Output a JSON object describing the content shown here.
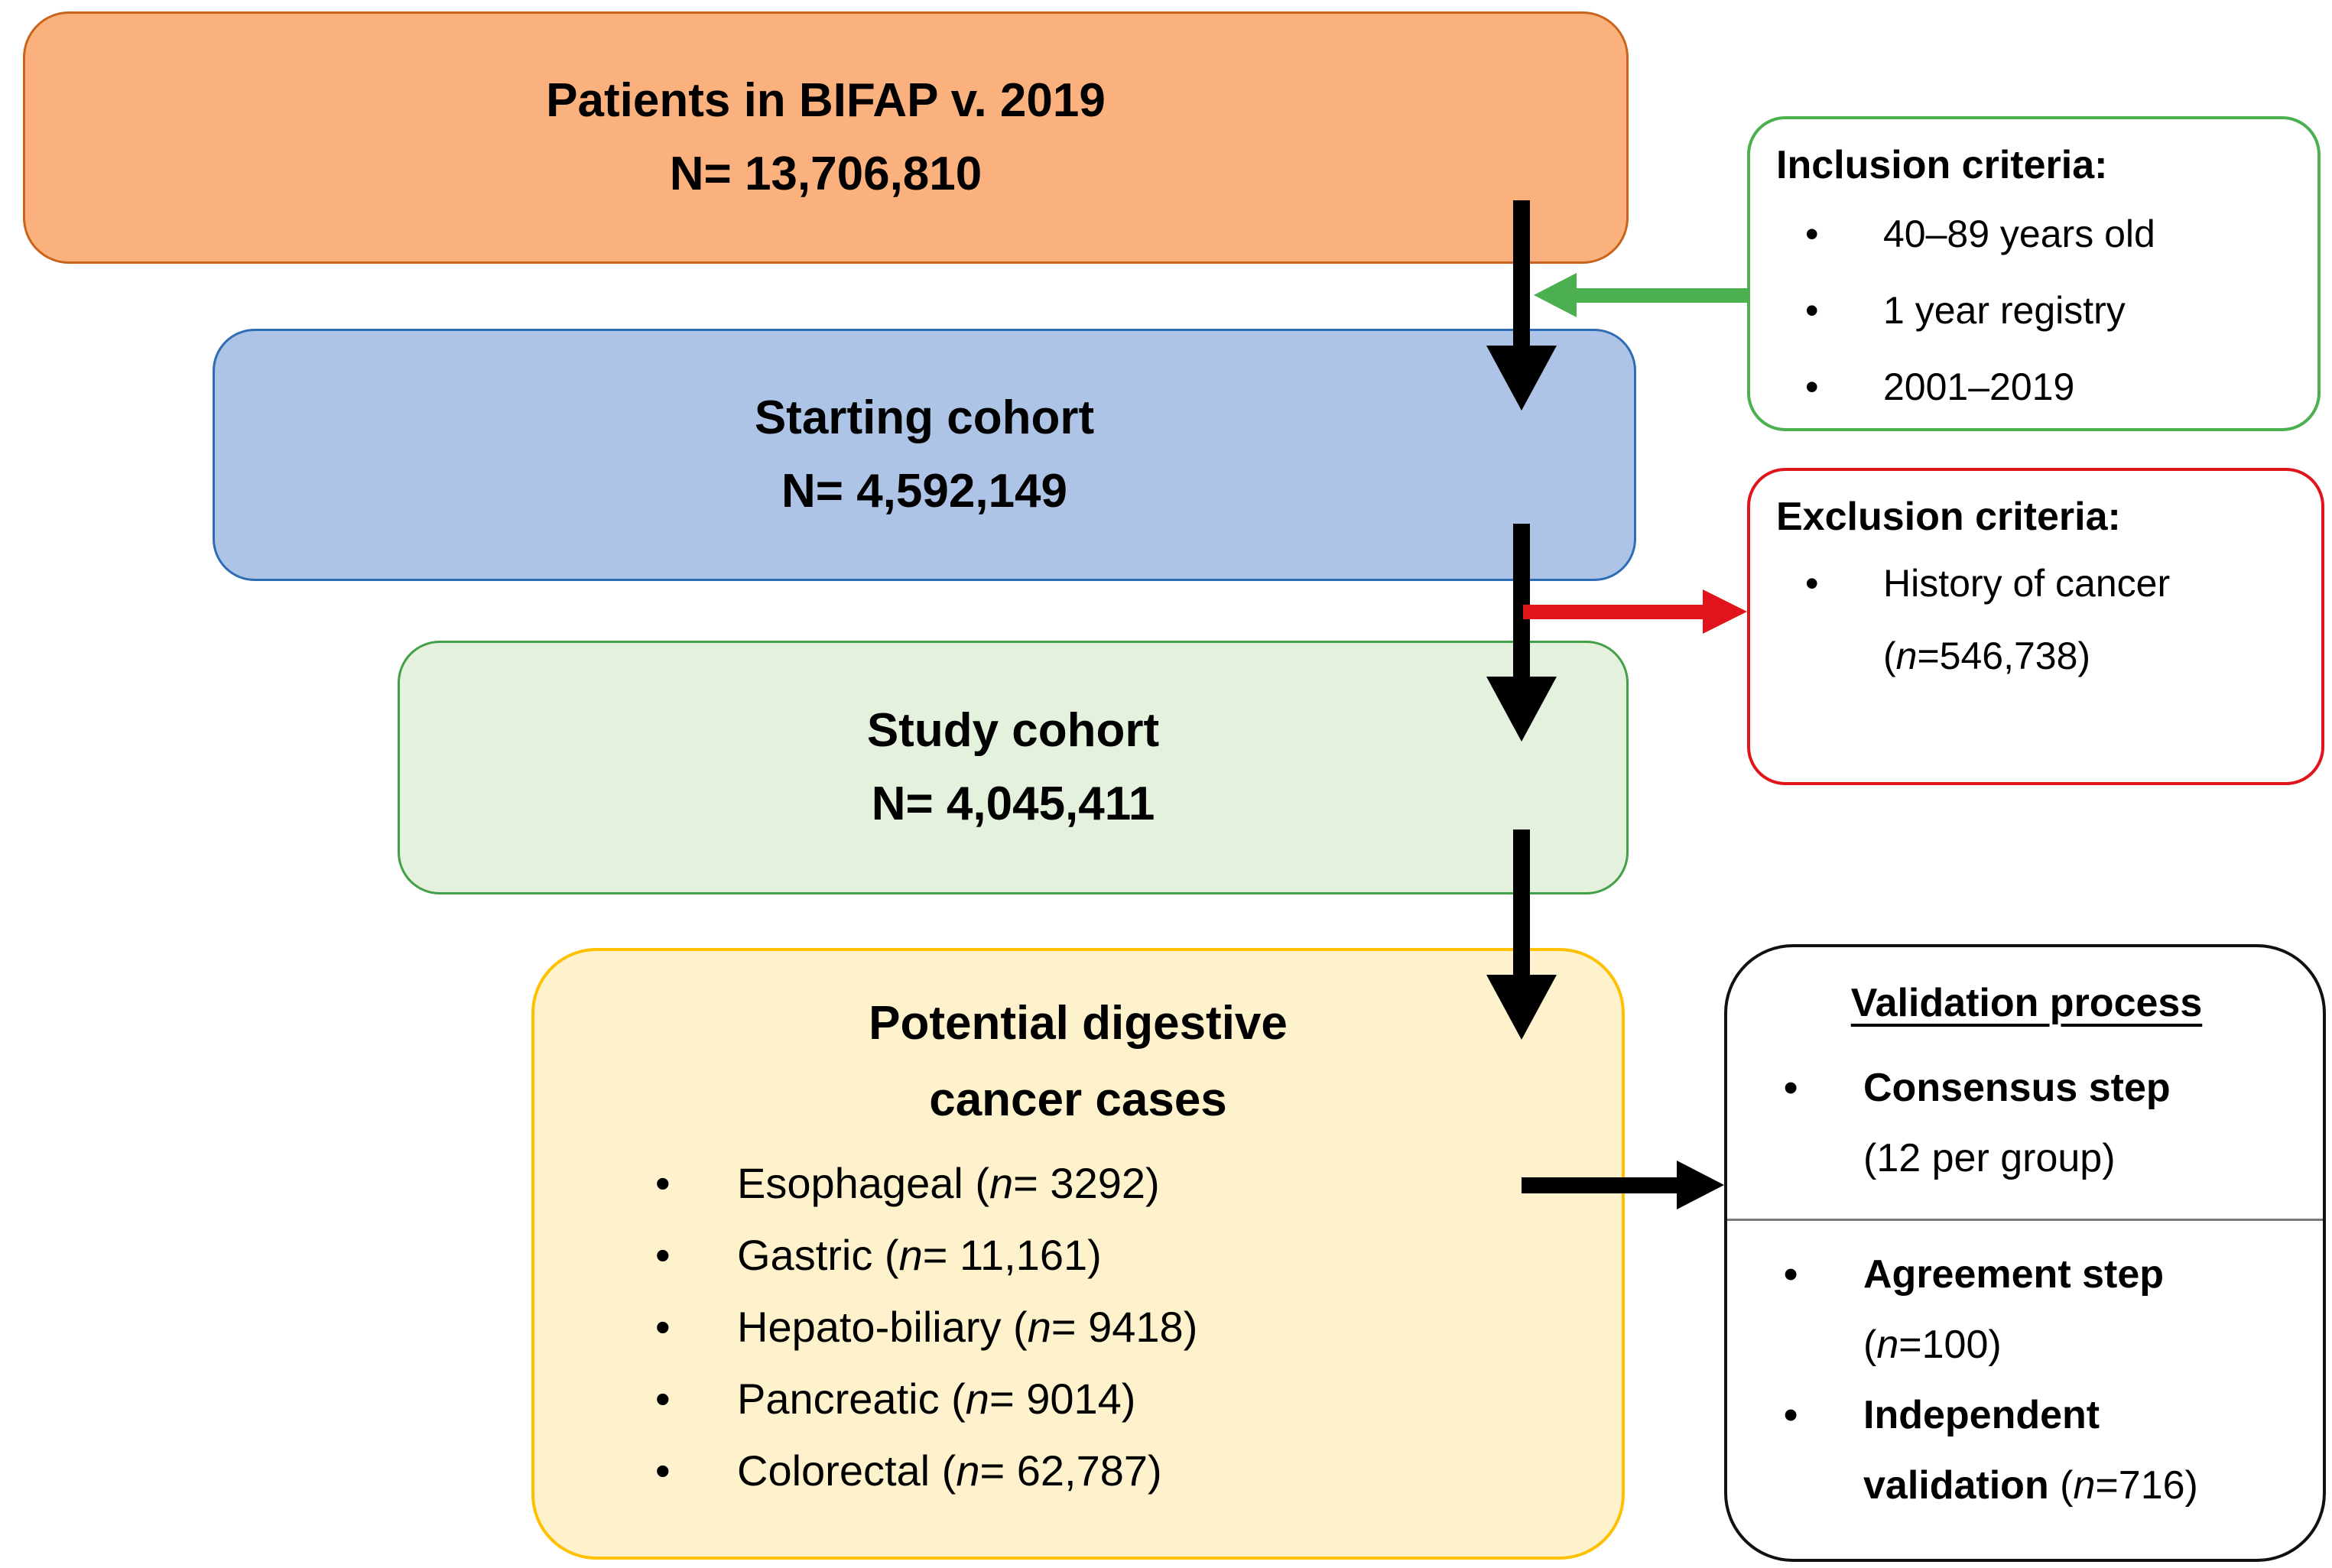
{
  "diagram": {
    "boxes": {
      "bifap": {
        "line1": "Patients in BIFAP v. 2019",
        "line2": "N= 13,706,810"
      },
      "starting": {
        "line1": "Starting cohort",
        "line2": "N= 4,592,149"
      },
      "study": {
        "line1": "Study cohort",
        "line2": "N= 4,045,411"
      },
      "potential": {
        "title1": "Potential digestive",
        "title2": "cancer cases",
        "items": [
          {
            "pre": "Esophageal (",
            "n": "n",
            "post": "= 3292)"
          },
          {
            "pre": "Gastric (",
            "n": "n",
            "post": "= 11,161)"
          },
          {
            "pre": "Hepato-biliary (",
            "n": "n",
            "post": "= 9418)"
          },
          {
            "pre": "Pancreatic (",
            "n": "n",
            "post": "= 9014)"
          },
          {
            "pre": "Colorectal (",
            "n": "n",
            "post": "= 62,787)"
          }
        ]
      }
    },
    "side": {
      "inclusion": {
        "title": "Inclusion criteria:",
        "items": [
          "40–89 years old",
          "1 year registry",
          "2001–2019"
        ]
      },
      "exclusion": {
        "title": "Exclusion criteria:",
        "item": {
          "line1": "History of cancer",
          "pre": "(",
          "n": "n",
          "post": "=546,738)"
        }
      },
      "validation": {
        "title": "Validation process",
        "consensus": {
          "bold": "Consensus step",
          "sub": "(12 per group)"
        },
        "agreement": {
          "bold": "Agreement step",
          "pre": "(",
          "n": "n",
          "post": "=100)"
        },
        "independent": {
          "bold1": "Independent",
          "bold2": "validation",
          "pre": " (",
          "n": "n",
          "post": "=716)"
        }
      }
    },
    "colors": {
      "orange_fill": "#FBB17E",
      "orange_border": "#C9641E",
      "blue_fill": "#AEC4E6",
      "blue_border": "#2E6DB5",
      "green_fill": "#E4F1DC",
      "green_border": "#43A047",
      "yellow_fill": "#FDF2CC",
      "yellow_border": "#FFC000",
      "inclusion_border": "#4CAF50",
      "exclusion_border": "#E0151B",
      "validation_border": "#111111",
      "arrow_black": "#000000",
      "arrow_green": "#4CAF50",
      "arrow_red": "#E0151B"
    }
  }
}
